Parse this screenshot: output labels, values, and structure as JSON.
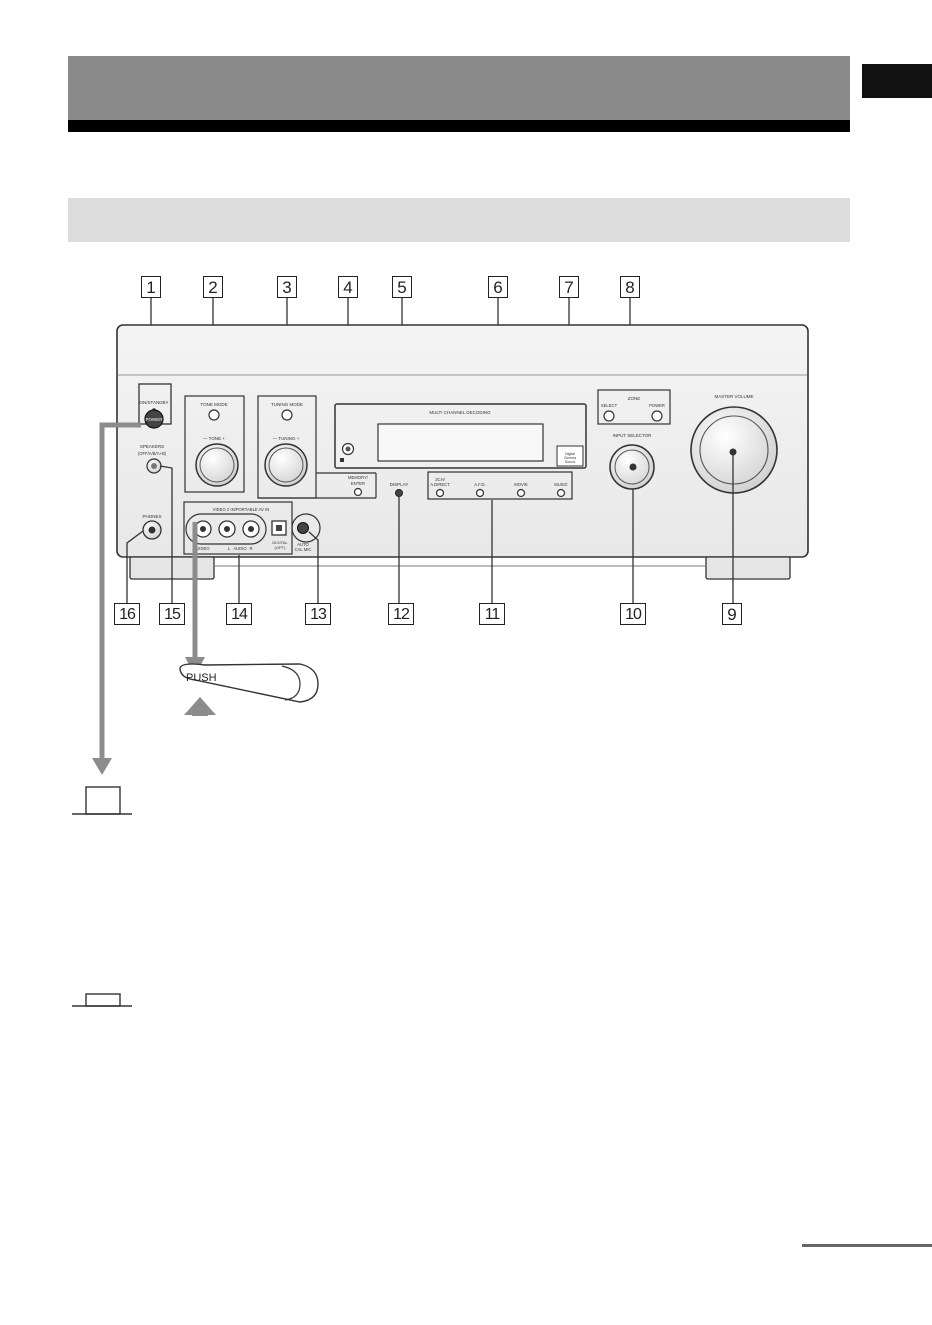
{
  "panel": {
    "on_standby": "ON/STANDBY",
    "power": "POWER",
    "speakers": "SPEAKERS",
    "speakers_sub": "(OFF/A/B/A+B)",
    "phones": "PHONES",
    "tone_mode": "TONE MODE",
    "tone": "— TONE +",
    "tuning_mode": "TUNING MODE",
    "tuning": "— TUNING +",
    "memory_enter_1": "MEMORY/",
    "memory_enter_2": "ENTER",
    "multi_channel_decoding": "MULTI CHANNEL DECODING",
    "digital_cinema_1": "Digital",
    "digital_cinema_2": "Cinema",
    "digital_cinema_3": "Sound",
    "zone": "ZONE",
    "select": "SELECT",
    "zone_power": "POWER",
    "master_volume": "MASTER VOLUME",
    "input_selector": "INPUT SELECTOR",
    "display": "DISPLAY",
    "two_ch_1": "2CH/",
    "two_ch_2": "A.DIRECT",
    "afd": "A.F.D.",
    "movie": "MOVIE",
    "music": "MUSIC",
    "video2_portable": "VIDEO 2 IN/PORTABLE AV IN",
    "video": "VIDEO",
    "l": "L",
    "audio": "AUDIO",
    "r": "R",
    "digital_1": "DIGITAL",
    "digital_2": "(OPT)",
    "auto_cal_1": "AUTO",
    "auto_cal_2": "CAL MIC"
  },
  "callouts": {
    "c1": "1",
    "c2": "2",
    "c3": "3",
    "c4": "4",
    "c5": "5",
    "c6": "6",
    "c7": "7",
    "c8": "8",
    "c9": "9",
    "c10": "10",
    "c11": "11",
    "c12": "12",
    "c13": "13",
    "c14": "14",
    "c15": "15",
    "c16": "16"
  },
  "push_label": "PUSH"
}
